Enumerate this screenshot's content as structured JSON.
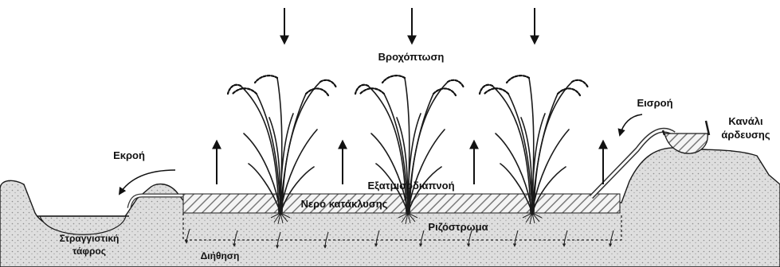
{
  "labels": {
    "rainfall": "Βροχόπτωση",
    "evapotranspiration": "Εξατμισοδιαπνοή",
    "inflow": "Εισροή",
    "irrigation_canal": "Κανάλι άρδευσης",
    "irrigation_canal_line1": "Κανάλι",
    "irrigation_canal_line2": "άρδευσης",
    "outflow": "Εκροή",
    "flood_water": "Νερό κατάκλυσης",
    "root_zone": "Ριζόστρωμα",
    "drainage_ditch_line1": "Στραγγιστική",
    "drainage_ditch_line2": "τάφρος",
    "percolation": "Διήθηση"
  },
  "colors": {
    "soil_fill": "#dedede",
    "soil_speck": "#9a9a9a",
    "water_hatch": "#7a7a7a",
    "ink": "#111111"
  },
  "icons": [
    "rice-plant-icon",
    "down-arrow-icon",
    "up-arrow-icon",
    "percolation-arrow-icon"
  ]
}
